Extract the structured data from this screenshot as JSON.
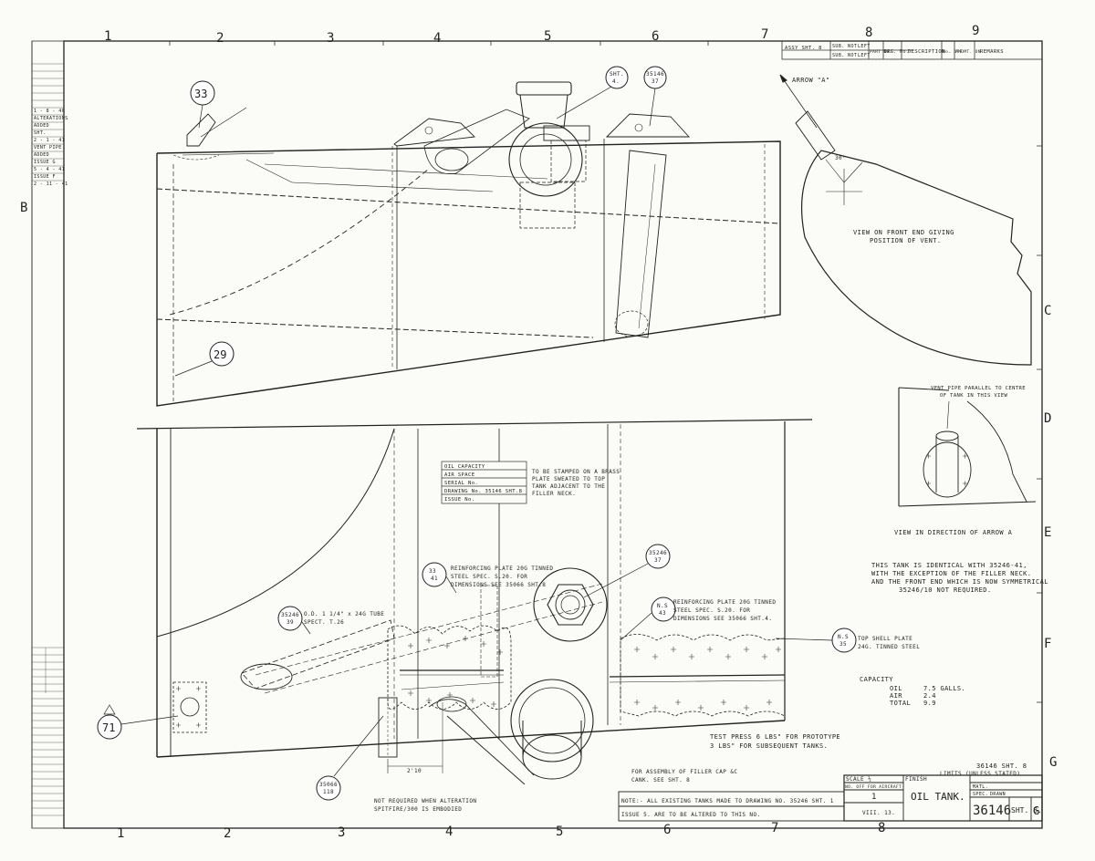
{
  "grid": {
    "columns": [
      "1",
      "2",
      "3",
      "4",
      "5",
      "6",
      "7",
      "8",
      "9"
    ],
    "rows": [
      "B",
      "C",
      "D",
      "E",
      "F",
      "G"
    ]
  },
  "balloons": {
    "b33": "33",
    "b29": "29",
    "b71": "71",
    "sht4_a": "SHT.",
    "sht4_b": "4.",
    "b35146_37_a": "35146",
    "b35146_37_b": "37",
    "b35246_39_a": "35246",
    "b35246_39_b": "39",
    "b33_41_a": "33",
    "b33_41_b": "41",
    "b35246_37_a": "35246",
    "b35246_37_b": "37",
    "b33_43_a": "N.S",
    "b33_43_b": "43",
    "b35_a": "N.S",
    "b35_b": "35",
    "b35066_a": "35066",
    "b35066_b": "118"
  },
  "notes": {
    "arrow_a": "ARROW \"A\"",
    "front_end_1": "VIEW ON FRONT END GIVING",
    "front_end_2": "POSITION OF VENT.",
    "vent_1": "VENT PIPE PARALLEL TO CENTRE",
    "vent_2": "OF TANK IN THIS VIEW",
    "view_arrow_a": "VIEW IN DIRECTION OF ARROW A",
    "identical_1": "THIS TANK IS IDENTICAL WITH 35246-41,",
    "identical_2": "WITH THE EXCEPTION OF THE FILLER NECK.",
    "identical_3": "AND THE FRONT END WHICH IS NOW SYMMETRICAL",
    "identical_4": "35246/10 NOT REQUIRED.",
    "stamp_1": "TO BE STAMPED ON A BRASS",
    "stamp_2": "PLATE SWEATED TO TOP",
    "stamp_3": "TANK ADJACENT TO THE",
    "stamp_4": "FILLER NECK.",
    "reinf41_1": "REINFORCING PLATE 20G TINNED",
    "reinf41_2": "STEEL SPEC. S.20. FOR",
    "reinf41_3": "DIMENSIONS SEE 35066 SHT.8",
    "reinf43_1": "REINFORCING PLATE 20G TINNED",
    "reinf43_2": "STEEL SPEC. S.20. FOR",
    "reinf43_3": "DIMENSIONS SEE 35066 SHT.4.",
    "tube39_1": "O.D. 1 1/4\" x 24G TUBE",
    "tube39_2": "SPECT. T.26",
    "top_shell_1": "TOP SHELL PLATE",
    "top_shell_2": "24G. TINNED STEEL",
    "test_1": "TEST PRESS 6 LBS\" FOR PROTOTYPE",
    "test_2": "3 LBS\" FOR SUBSEQUENT TANKS.",
    "filler_cap_1": "FOR ASSEMBLY OF FILLER CAP &C",
    "filler_cap_2": "CANK. SEE SHT. 8",
    "not_required_1": "NOT REQUIRED WHEN ALTERATION",
    "not_required_2": "SPITFIRE/300 IS EMBODIED",
    "dim_70": "2'10",
    "angle": "30°"
  },
  "capacity": {
    "title": "CAPACITY",
    "rows": [
      {
        "label": "OIL",
        "value": "7.5 GALLS."
      },
      {
        "label": "AIR",
        "value": "2.4"
      },
      {
        "label": "TOTAL",
        "value": "9.9"
      }
    ]
  },
  "plate_table": {
    "rows": [
      "OIL CAPACITY",
      "AIR SPACE",
      "SERIAL No.",
      "DRAWING No. 35146 SHT.8",
      "ISSUE No."
    ]
  },
  "revision_header": {
    "cells": [
      "ASSY SHT. 8",
      "SUB. NOT.",
      "LEFT",
      "PART No.",
      "DRG. No.",
      "DESCRIPTION",
      "No. OFF",
      "AMDMT. ON",
      "REMARKS"
    ],
    "row2": [
      "SUB. NOT.",
      "LEFT"
    ]
  },
  "title_block": {
    "top_ref": "36146 SHT. 8",
    "limits": "LIMITS (UNLESS STATED)",
    "scale": "SCALE ½",
    "finish": "FINISH",
    "nonstandard": "NO. OFF FOR AIRCRAFT",
    "qty": "1",
    "title": "OIL TANK.",
    "material": "MATL.",
    "spec": "SPEC.",
    "drawn": "DRAWN",
    "drawing_number": "36146",
    "sheet": "SHT. 8.",
    "issue": "G",
    "note_1": "NOTE:- ALL EXISTING TANKS MADE TO DRAWING NO. 35246 SHT. 1",
    "note_2": "ISSUE 5. ARE TO BE ALTERED TO THIS NO.",
    "ref": "VIII. 13."
  },
  "revision_log": [
    "1 - 8 - 40",
    "ALTERATIONS",
    "ADDED",
    "SHT.",
    "2 - 1 - 41",
    "VENT PIPE",
    "ADDED",
    "ISSUE G",
    "5 - 4 - 41",
    "ISSUE F",
    "2 - 11 - 41"
  ]
}
